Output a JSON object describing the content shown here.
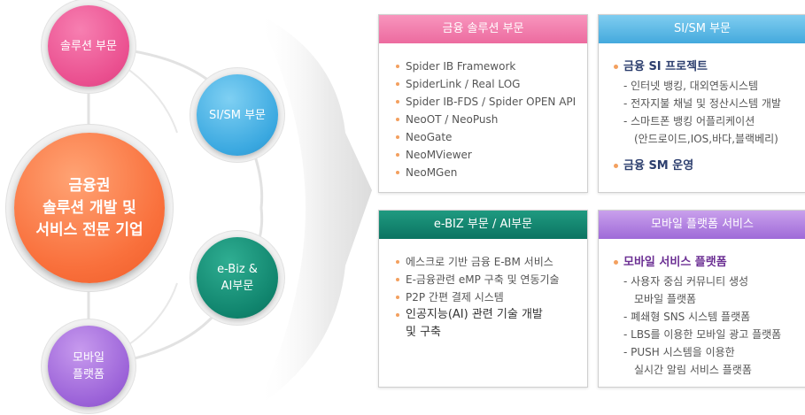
{
  "circles": {
    "solution": "솔루션 부문",
    "sism": "SI/SM 부문",
    "ebiz": "e-Biz &\nAI부문",
    "mobile": "모바일\n플랫폼",
    "main": "금융권\n솔루션 개발 및\n서비스 전문 기업"
  },
  "boxes": {
    "finance": {
      "title": "금융 솔루션 부문",
      "items": [
        "Spider IB Framework",
        "SpiderLink / Real LOG",
        "Spider IB-FDS / Spider OPEN API",
        "NeoOT / NeoPush",
        "NeoGate",
        "NeoMViewer",
        "NeoMGen"
      ]
    },
    "sism": {
      "title": "SI/SM 부문",
      "head1": "금융 SI 프로젝트",
      "subs": [
        "- 인터넷 뱅킹, 대외연동시스템",
        "- 전자지불 채널 및 정산시스템 개발",
        "- 스마트폰 뱅킹 어플리케이션",
        "(안드로이드,IOS,바다,블랙베리)"
      ],
      "head2": "금융 SM 운영"
    },
    "ebiz": {
      "title": "e-BIZ 부문 / AI부문",
      "items": [
        "에스크로 기반 금융 E-BM 서비스",
        "E-금융관련 eMP 구축 및 연동기술",
        "P2P 간편 결제 시스템"
      ],
      "item_ai": "인공지능(AI) 관련 기술 개발\n및 구축"
    },
    "mobile": {
      "title": "모바일 플랫폼 서비스",
      "head": "모바일 서비스 플랫폼",
      "subs": [
        "- 사용자 중심 커뮤니티 생성",
        "모바일 플랫폼",
        "- 폐쇄형 SNS 시스템 플랫폼",
        "- LBS를 이용한 모바일 광고 플랫폼",
        "- PUSH 시스템을 이용한",
        "실시간 알림 서비스 플랫폼"
      ]
    }
  }
}
